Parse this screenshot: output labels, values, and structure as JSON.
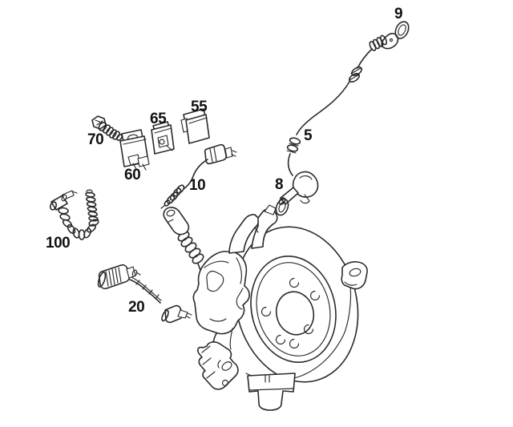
{
  "diagram": {
    "type": "parts-exploded-diagram",
    "line_color": "#2a2a2a",
    "background_color": "#ffffff",
    "highlight": {
      "color": "#d9534f",
      "linked_part": "5"
    },
    "parts": [
      {
        "label": "9"
      },
      {
        "label": "5"
      },
      {
        "label": "8"
      },
      {
        "label": "70"
      },
      {
        "label": "65"
      },
      {
        "label": "55"
      },
      {
        "label": "60"
      },
      {
        "label": "10"
      },
      {
        "label": "100"
      },
      {
        "label": "20"
      }
    ]
  }
}
